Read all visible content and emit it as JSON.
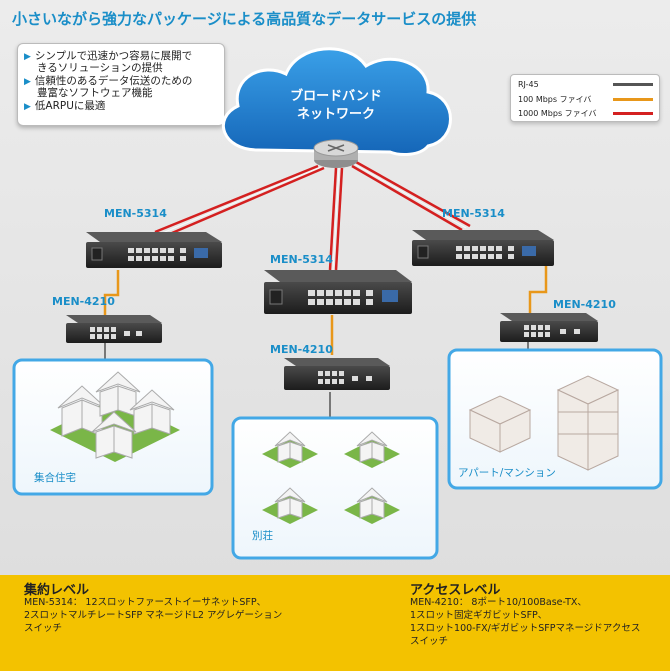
{
  "title": "小さいながら強力なパッケージによる高品質なデータサービスの提供",
  "features": [
    "シンプルで迅速かつ容易に展開で",
    "きるソリューションの提供",
    "信頼性のあるデータ伝送のための",
    "豊富なソフトウェア機能",
    "低ARPUに最適"
  ],
  "cloud": {
    "line1": "ブロードバンド",
    "line2": "ネットワーク"
  },
  "legend": {
    "items": [
      {
        "label": "RJ-45",
        "color": "#555555"
      },
      {
        "label": "100 Mbps ファイバ",
        "color": "#e8971a"
      },
      {
        "label": "1000 Mbps ファイバ",
        "color": "#d42020"
      }
    ]
  },
  "devices": {
    "men5314_left": "MEN-5314",
    "men5314_center": "MEN-5314",
    "men5314_right": "MEN-5314",
    "men4210_left": "MEN-4210",
    "men4210_center": "MEN-4210",
    "men4210_right": "MEN-4210"
  },
  "areas": {
    "left": "集合住宅",
    "center": "別荘",
    "right": "アパート/マンション"
  },
  "footer": {
    "agg_title": "集約レベル",
    "agg_lines": [
      "MEN-5314： 12スロットファーストイーサネットSFP、",
      "2スロットマルチレートSFP マネージドL2 アグレゲーション",
      "スイッチ"
    ],
    "acc_title": "アクセスレベル",
    "acc_lines": [
      "MEN-4210： 8ポート10/100Base-TX、",
      "1スロット固定ギガビットSFP、",
      "1スロット100-FX/ギガビットSFPマネージドアクセス",
      "スイッチ"
    ]
  },
  "colors": {
    "accent": "#1a8ec8",
    "footer": "#f3c200",
    "cloud": "#1f7fd0"
  }
}
